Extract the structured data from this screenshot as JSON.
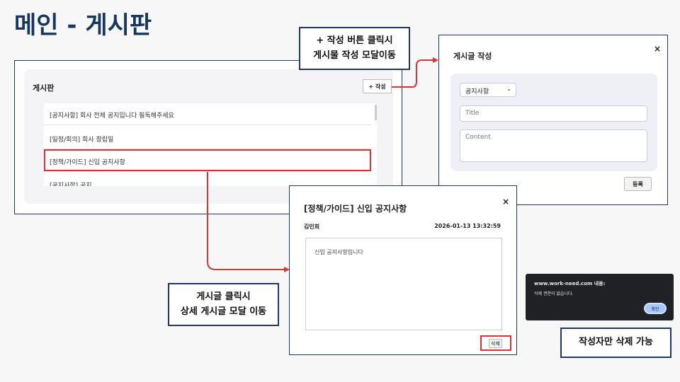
{
  "page_title": "메인 - 게시판",
  "board": {
    "heading": "게시판",
    "write_button": "+ 작성",
    "items": [
      "[공지사항] 회사 전체 공지입니다 필독해주세요",
      "[일정/회의] 회사 창립일",
      "[정책/가이드] 신입 공지사항",
      "[공지사항] 공지"
    ]
  },
  "callouts": {
    "write": [
      "+ 작성 버튼 클릭시",
      "게시물 작성 모달이동"
    ],
    "detail": [
      "게시글 클릭시",
      "상세 게시글 모달 이동"
    ],
    "delete": "작성자만 삭제 가능"
  },
  "write_modal": {
    "title": "게시글 작성",
    "close": "×",
    "category": "공지사항",
    "title_placeholder": "Title",
    "content_placeholder": "Content",
    "submit": "등록"
  },
  "detail_modal": {
    "title": "[정책/가이드] 신입 공지사항",
    "close": "×",
    "author": "김민희",
    "datetime": "2026-01-13 13:32:59",
    "content": "신입 공지사항입니다",
    "delete": "삭제"
  },
  "alert": {
    "origin": "www.work-need.com 내용:",
    "message": "삭제 권한이 없습니다.",
    "ok": "확인"
  }
}
